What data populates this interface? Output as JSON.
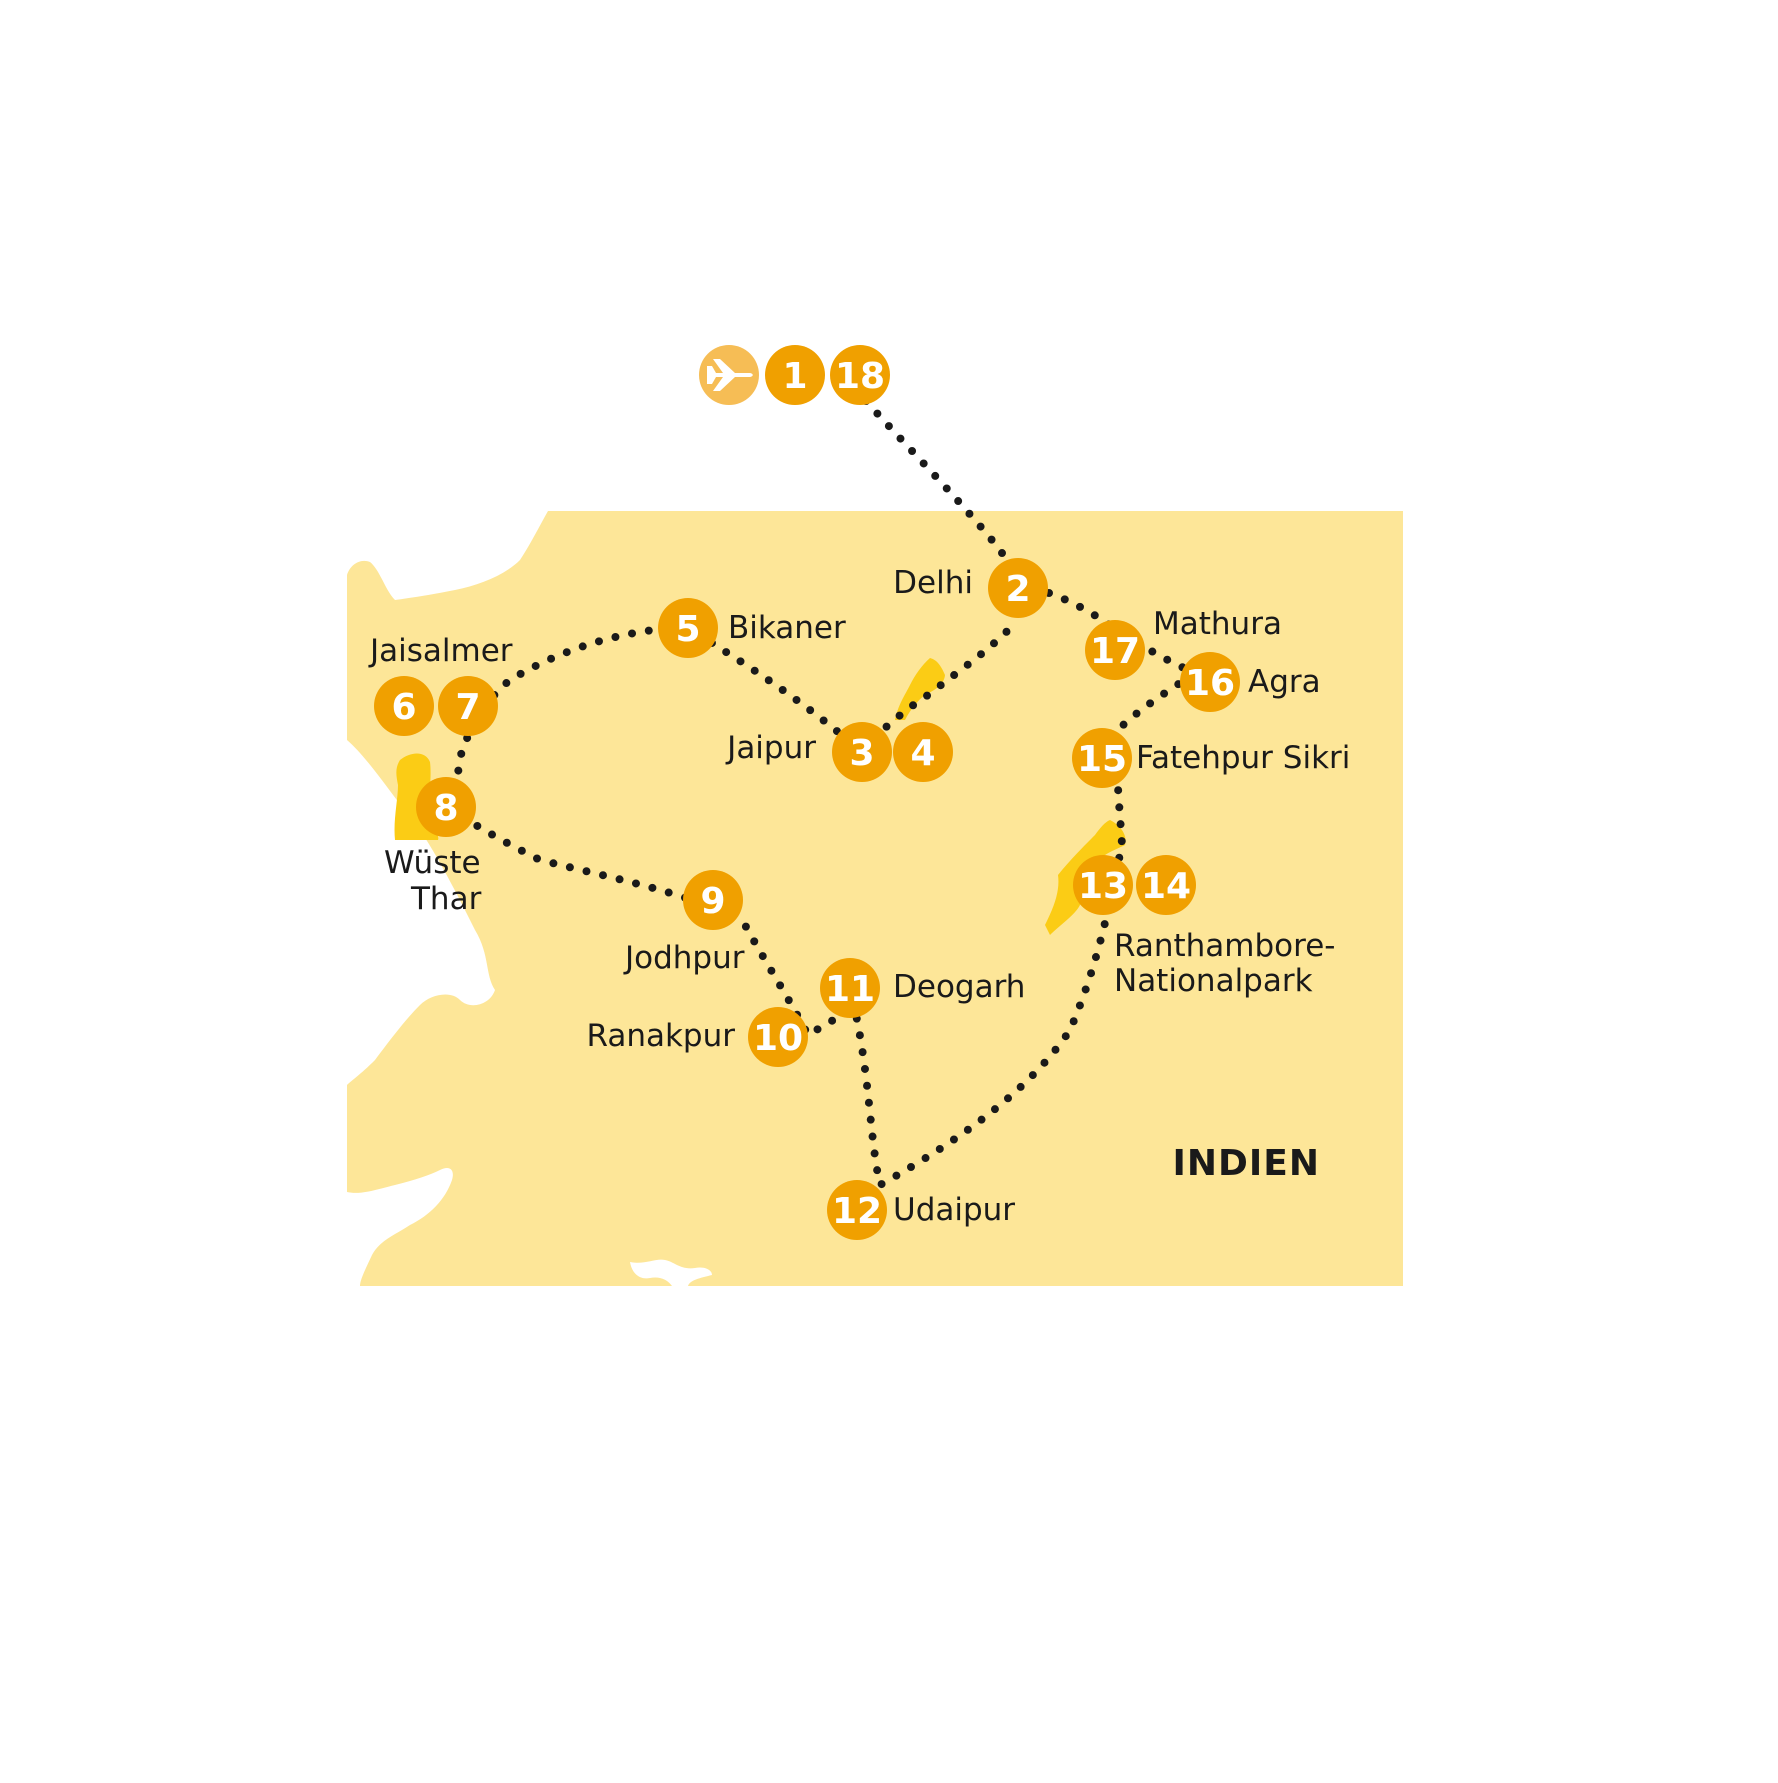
{
  "country_label": "INDIEN",
  "colors": {
    "land": "#fde698",
    "water": "#ffffff",
    "badge": "#f0a000",
    "badge_light": "#f6bd55",
    "badge_text": "#ffffff",
    "route": "#1a1a1a",
    "highlight": "#fbcc15"
  },
  "airport": {
    "icon": "airplane-icon"
  },
  "stops": {
    "s1": "1",
    "s2": "2",
    "s3": "3",
    "s4": "4",
    "s5": "5",
    "s6": "6",
    "s7": "7",
    "s8": "8",
    "s9": "9",
    "s10": "10",
    "s11": "11",
    "s12": "12",
    "s13": "13",
    "s14": "14",
    "s15": "15",
    "s16": "16",
    "s17": "17",
    "s18": "18"
  },
  "places": {
    "delhi": "Delhi",
    "mathura": "Mathura",
    "agra": "Agra",
    "fatehpur_sikri": "Fatehpur Sikri",
    "jaipur": "Jaipur",
    "bikaner": "Bikaner",
    "jaisalmer": "Jaisalmer",
    "thar_line1": "Wüste",
    "thar_line2": "Thar",
    "jodhpur": "Jodhpur",
    "ranakpur": "Ranakpur",
    "deogarh": "Deogarh",
    "udaipur": "Udaipur",
    "ranthambore_line1": "Ranthambore-",
    "ranthambore_line2": "Nationalpark"
  }
}
